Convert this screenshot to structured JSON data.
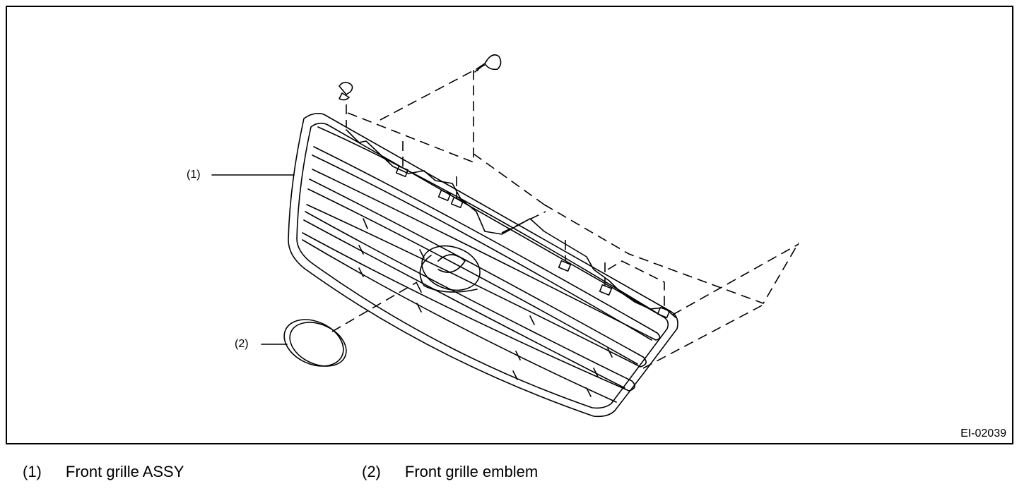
{
  "figure": {
    "id": "EI-02039",
    "callouts": [
      {
        "label": "(1)"
      },
      {
        "label": "(2)"
      }
    ]
  },
  "legend": [
    {
      "number": "(1)",
      "text": "Front grille ASSY"
    },
    {
      "number": "(2)",
      "text": "Front grille emblem"
    }
  ]
}
